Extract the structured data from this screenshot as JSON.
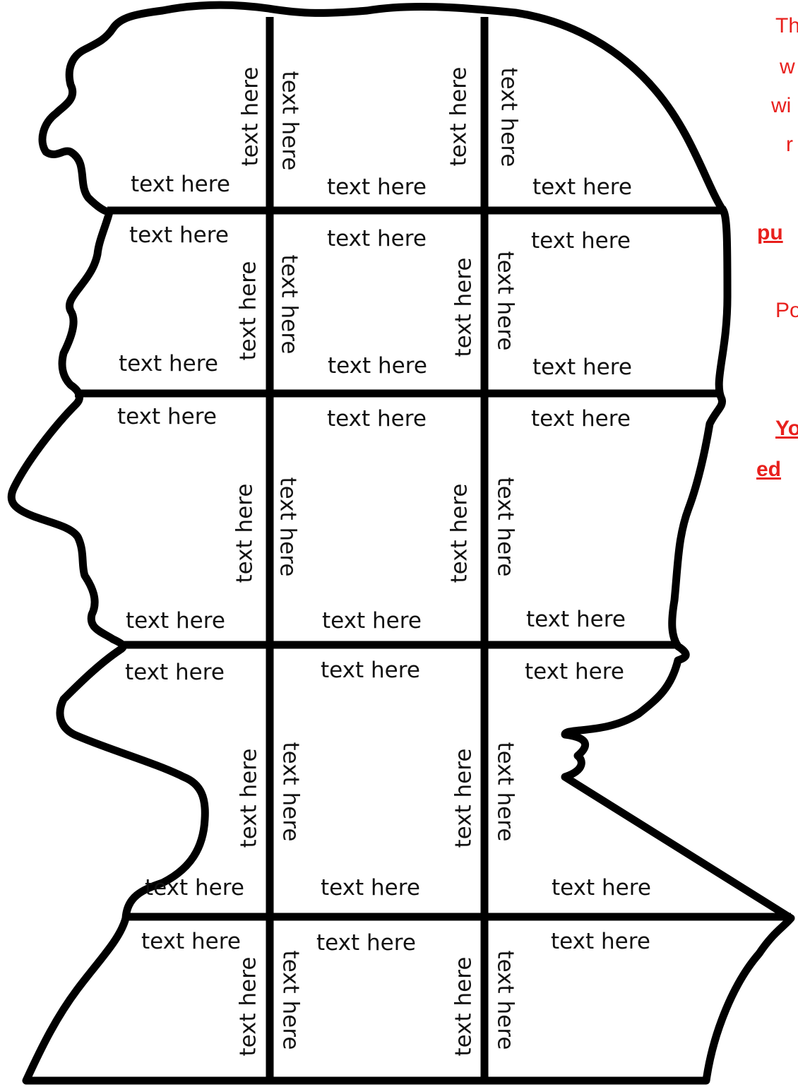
{
  "puzzle": {
    "outline_color": "#000000",
    "text_color": "#111111",
    "piece_labels": {
      "r1": [
        "text here",
        "text here",
        "text here",
        "text here",
        "text here",
        "text here",
        "text here"
      ],
      "r2": [
        "text here",
        "text here",
        "text here",
        "text here",
        "text here",
        "text here",
        "text here",
        "text here",
        "text here",
        "text here"
      ],
      "r3": [
        "text here",
        "text here",
        "text here",
        "text here",
        "text here",
        "text here",
        "text here",
        "text here",
        "text here",
        "text here"
      ],
      "r4": [
        "text here",
        "text here",
        "text here",
        "text here",
        "text here",
        "text here",
        "text here",
        "text here",
        "text here",
        "text here"
      ],
      "r5": [
        "text here",
        "text here",
        "text here",
        "text here",
        "text here",
        "text here",
        "text here"
      ]
    }
  },
  "side_note": {
    "color": "#e8201d",
    "lines": [
      "Th",
      "w",
      "wi",
      "r",
      "pu",
      "Po",
      "Yo",
      "ed"
    ]
  }
}
